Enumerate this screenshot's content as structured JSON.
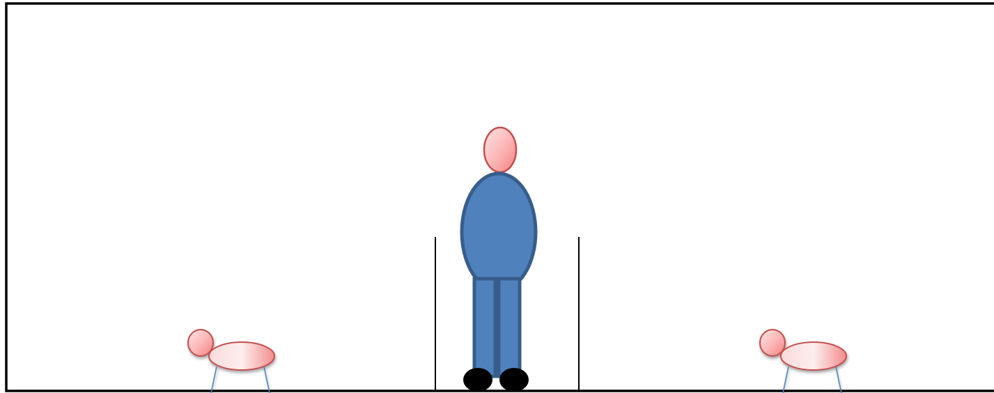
{
  "figures": [
    {
      "kind": "crawling-figure",
      "position": "left"
    },
    {
      "kind": "standing-figure",
      "position": "center"
    },
    {
      "kind": "crawling-figure",
      "position": "right"
    }
  ],
  "colors": {
    "frame": "#000000",
    "background": "#ffffff",
    "skin_fill_light": "#ffe3e3",
    "skin_fill_dark": "#f58f8f",
    "skin_stroke": "#c0504d",
    "body_fill": "#4f81bd",
    "body_stroke": "#385d8a",
    "feet": "#000000",
    "legs_thin": "#4f81bd",
    "barrier": "#000000"
  }
}
